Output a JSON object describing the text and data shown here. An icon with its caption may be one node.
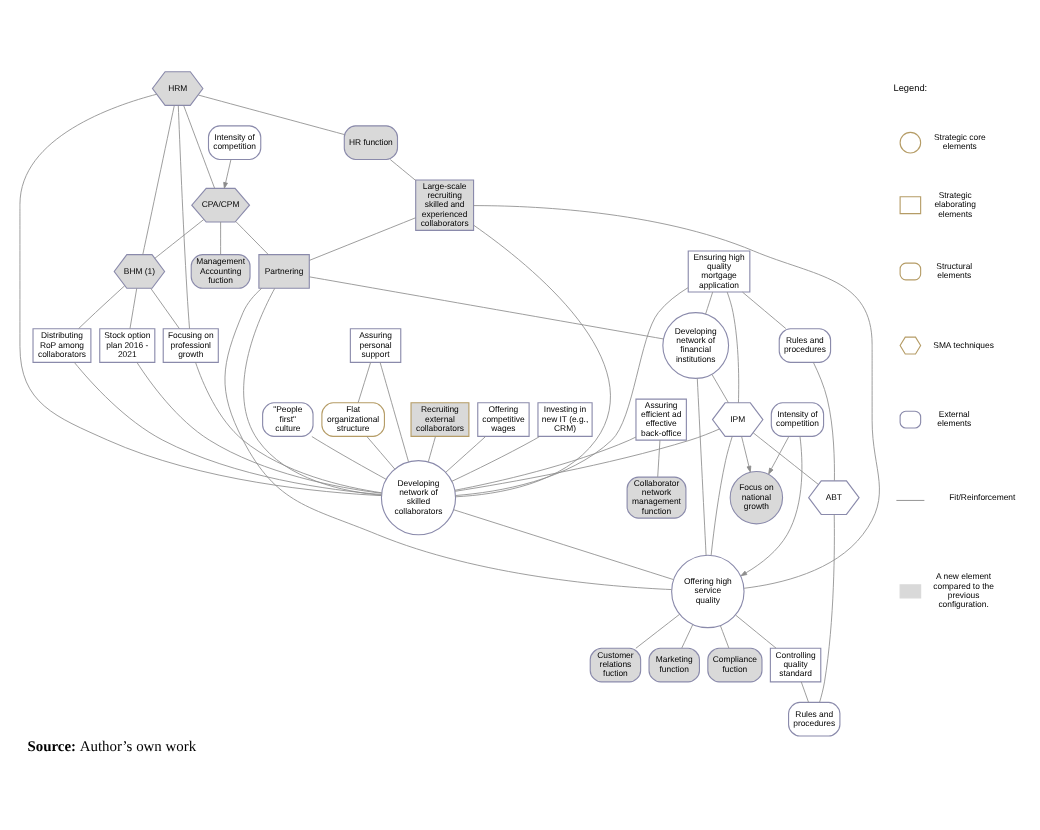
{
  "diagram": {
    "caption": "**Source:** Author’s own work",
    "nodes": [
      {
        "text": [
          "Intensity of competition"
        ]
      },
      {
        "text": [
          "CPA/CPM"
        ]
      },
      {
        "text": [
          "Management Accounting fuction"
        ]
      },
      {
        "text": [
          "HRM"
        ]
      },
      {
        "text": [
          "HR function"
        ]
      },
      {
        "text": [
          "Recruiting external collaborators"
        ]
      },
      {
        "text": [
          "Offering competitive wages"
        ]
      },
      {
        "text": [
          "BHM (1)"
        ]
      },
      {
        "text": [
          "Distributing RoP among collaborators"
        ]
      },
      {
        "text": [
          "Investing in new IT (e.g., CRM)"
        ]
      },
      {
        "text": [
          "Assuring efficient ad effective back-office"
        ]
      },
      {
        "text": [
          "Collaborator network management function"
        ]
      },
      {
        "text": [
          "Large-scale recruiting skilled and experienced collaborators"
        ]
      },
      {
        "text": [
          "Partnering"
        ]
      },
      {
        "text": [
          "Developing network of skilled collaborators"
        ]
      },
      {
        "text": [
          "Stock option plan 2016 - 2021"
        ]
      },
      {
        "text": [
          "Focusing on professionl growth"
        ]
      },
      {
        "text": [
          "\"People first\" culture"
        ]
      },
      {
        "text": [
          "Ensuring high quality mortgage application"
        ]
      },
      {
        "text": [
          "Assuring personal support"
        ]
      },
      {
        "text": [
          "Flat organizational structure"
        ]
      },
      {
        "text": [
          "Developing network of financial institutions"
        ]
      },
      {
        "text": [
          "Offering high service quality"
        ]
      },
      {
        "text": [
          "Focus on national growth"
        ]
      },
      {
        "text": [
          "Compliance fuction"
        ]
      },
      {
        "text": [
          "IPM"
        ]
      },
      {
        "text": [
          "Rules and procedures"
        ]
      },
      {
        "text": [
          "Controlling quality standard"
        ]
      },
      {
        "text": [
          "Customer relations fuction"
        ]
      },
      {
        "text": [
          "Intensity of competition"
        ]
      },
      {
        "text": [
          "ABT"
        ]
      },
      {
        "text": [
          "Rules and procedures"
        ]
      },
      {
        "text": [
          "Marketing function"
        ]
      }
    ],
    "edges": [
      {
        "from": 0,
        "to": 1,
        "arrow": "to"
      },
      {
        "from": 1,
        "to": 2,
        "arrow": "none"
      },
      {
        "from": 3,
        "to": 1,
        "arrow": "none"
      },
      {
        "from": 3,
        "to": 4,
        "arrow": "none"
      },
      {
        "from": 1,
        "to": 7,
        "arrow": "none"
      },
      {
        "from": 3,
        "to": 7,
        "arrow": "none"
      },
      {
        "from": 1,
        "to": 13,
        "arrow": "none"
      },
      {
        "from": 3,
        "to": 14,
        "arrow": "none"
      },
      {
        "from": 3,
        "to": 16,
        "arrow": "none"
      },
      {
        "from": 4,
        "to": 12,
        "arrow": "none"
      },
      {
        "from": 12,
        "to": 13,
        "arrow": "none"
      },
      {
        "from": 12,
        "to": 14,
        "arrow": "none"
      },
      {
        "from": 12,
        "to": 22,
        "arrow": "none"
      },
      {
        "from": 13,
        "to": 14,
        "arrow": "none"
      },
      {
        "from": 13,
        "to": 21,
        "arrow": "none"
      },
      {
        "from": 13,
        "to": 22,
        "arrow": "none"
      },
      {
        "from": 5,
        "to": 14,
        "arrow": "none"
      },
      {
        "from": 6,
        "to": 14,
        "arrow": "none"
      },
      {
        "from": 8,
        "to": 14,
        "arrow": "none"
      },
      {
        "from": 9,
        "to": 14,
        "arrow": "none"
      },
      {
        "from": 10,
        "to": 14,
        "arrow": "none"
      },
      {
        "from": 10,
        "to": 11,
        "arrow": "none"
      },
      {
        "from": 7,
        "to": 8,
        "arrow": "none"
      },
      {
        "from": 7,
        "to": 15,
        "arrow": "none"
      },
      {
        "from": 7,
        "to": 16,
        "arrow": "none"
      },
      {
        "from": 15,
        "to": 14,
        "arrow": "none"
      },
      {
        "from": 16,
        "to": 14,
        "arrow": "none"
      },
      {
        "from": 17,
        "to": 14,
        "arrow": "none"
      },
      {
        "from": 19,
        "to": 14,
        "arrow": "none"
      },
      {
        "from": 19,
        "to": 20,
        "arrow": "none"
      },
      {
        "from": 20,
        "to": 14,
        "arrow": "none"
      },
      {
        "from": 14,
        "to": 22,
        "arrow": "none"
      },
      {
        "from": 18,
        "to": 14,
        "arrow": "none"
      },
      {
        "from": 18,
        "to": 21,
        "arrow": "none"
      },
      {
        "from": 18,
        "to": 26,
        "arrow": "none"
      },
      {
        "from": 18,
        "to": 25,
        "arrow": "none"
      },
      {
        "from": 21,
        "to": 22,
        "arrow": "none"
      },
      {
        "from": 21,
        "to": 25,
        "arrow": "none"
      },
      {
        "from": 25,
        "to": 23,
        "arrow": "to"
      },
      {
        "from": 25,
        "to": 30,
        "arrow": "none"
      },
      {
        "from": 25,
        "to": 22,
        "arrow": "none"
      },
      {
        "from": 25,
        "to": 14,
        "arrow": "none"
      },
      {
        "from": 29,
        "to": 22,
        "arrow": "to"
      },
      {
        "from": 29,
        "to": 23,
        "arrow": "to"
      },
      {
        "from": 22,
        "to": 27,
        "arrow": "none"
      },
      {
        "from": 22,
        "to": 24,
        "arrow": "none"
      },
      {
        "from": 22,
        "to": 28,
        "arrow": "none"
      },
      {
        "from": 22,
        "to": 32,
        "arrow": "none"
      },
      {
        "from": 27,
        "to": 31,
        "arrow": "none"
      },
      {
        "from": 26,
        "to": 30,
        "arrow": "none"
      },
      {
        "from": 30,
        "to": 31,
        "arrow": "none"
      }
    ],
    "labels": [
      "Legend:"
    ],
    "legend": [
      {
        "text": "Strategic core elements"
      },
      {
        "text": "Strategic elaborating elements"
      },
      {
        "text": "Structural elements"
      },
      {
        "text": "SMA techniques"
      },
      {
        "text": "External elements"
      },
      {
        "text": "Fit/Reinforcement"
      },
      {
        "text": "A new element compared to the previous configuration.",
        "color": "#d9d9d9"
      }
    ]
  }
}
